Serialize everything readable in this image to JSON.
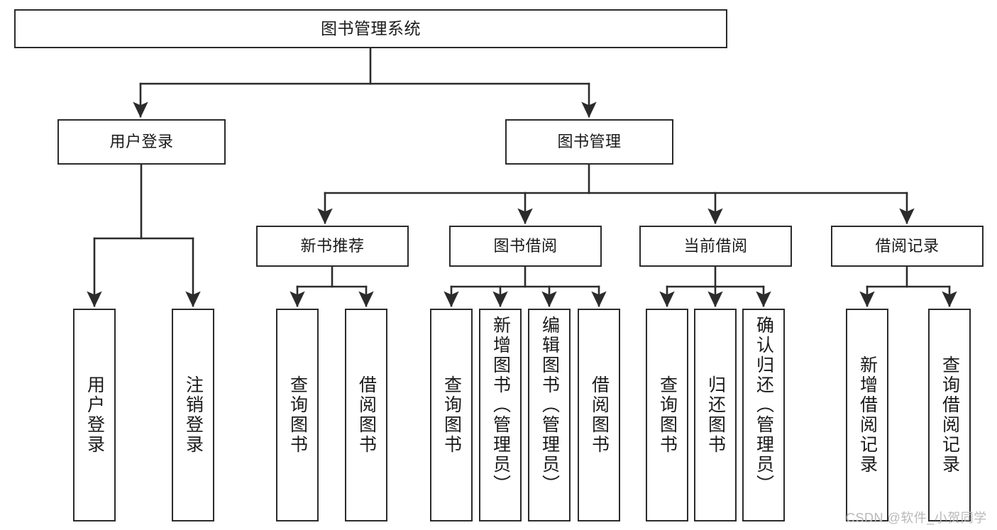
{
  "diagram": {
    "title": "图书管理系统",
    "type": "hierarchy-tree",
    "levels": 4,
    "colors": {
      "node_border": "#2b2b2b",
      "node_fill": "#ffffff",
      "edge": "#2b2b2b",
      "text": "#1a1a1a",
      "watermark": "#b9b9b9",
      "background": "#ffffff"
    },
    "root": {
      "label": "图书管理系统"
    },
    "level1": [
      {
        "label": "用户登录"
      },
      {
        "label": "图书管理"
      }
    ],
    "level2": [
      {
        "label": "新书推荐"
      },
      {
        "label": "图书借阅"
      },
      {
        "label": "当前借阅"
      },
      {
        "label": "借阅记录"
      }
    ],
    "leaves": {
      "user_login": [
        {
          "label": "用户登录"
        },
        {
          "label": "注销登录"
        }
      ],
      "new_book_recommend": [
        {
          "label": "查询图书"
        },
        {
          "label": "借阅图书"
        }
      ],
      "book_borrow": [
        {
          "label": "查询图书"
        },
        {
          "label": "新增图书（管理员）"
        },
        {
          "label": "编辑图书（管理员）"
        },
        {
          "label": "借阅图书"
        }
      ],
      "current_borrow": [
        {
          "label": "查询图书"
        },
        {
          "label": "归还图书"
        },
        {
          "label": "确认归还（管理员）"
        }
      ],
      "borrow_record": [
        {
          "label": "新增借阅记录"
        },
        {
          "label": "查询借阅记录"
        }
      ]
    }
  },
  "watermark": {
    "text": "CSDN @软件_小贺同学"
  }
}
